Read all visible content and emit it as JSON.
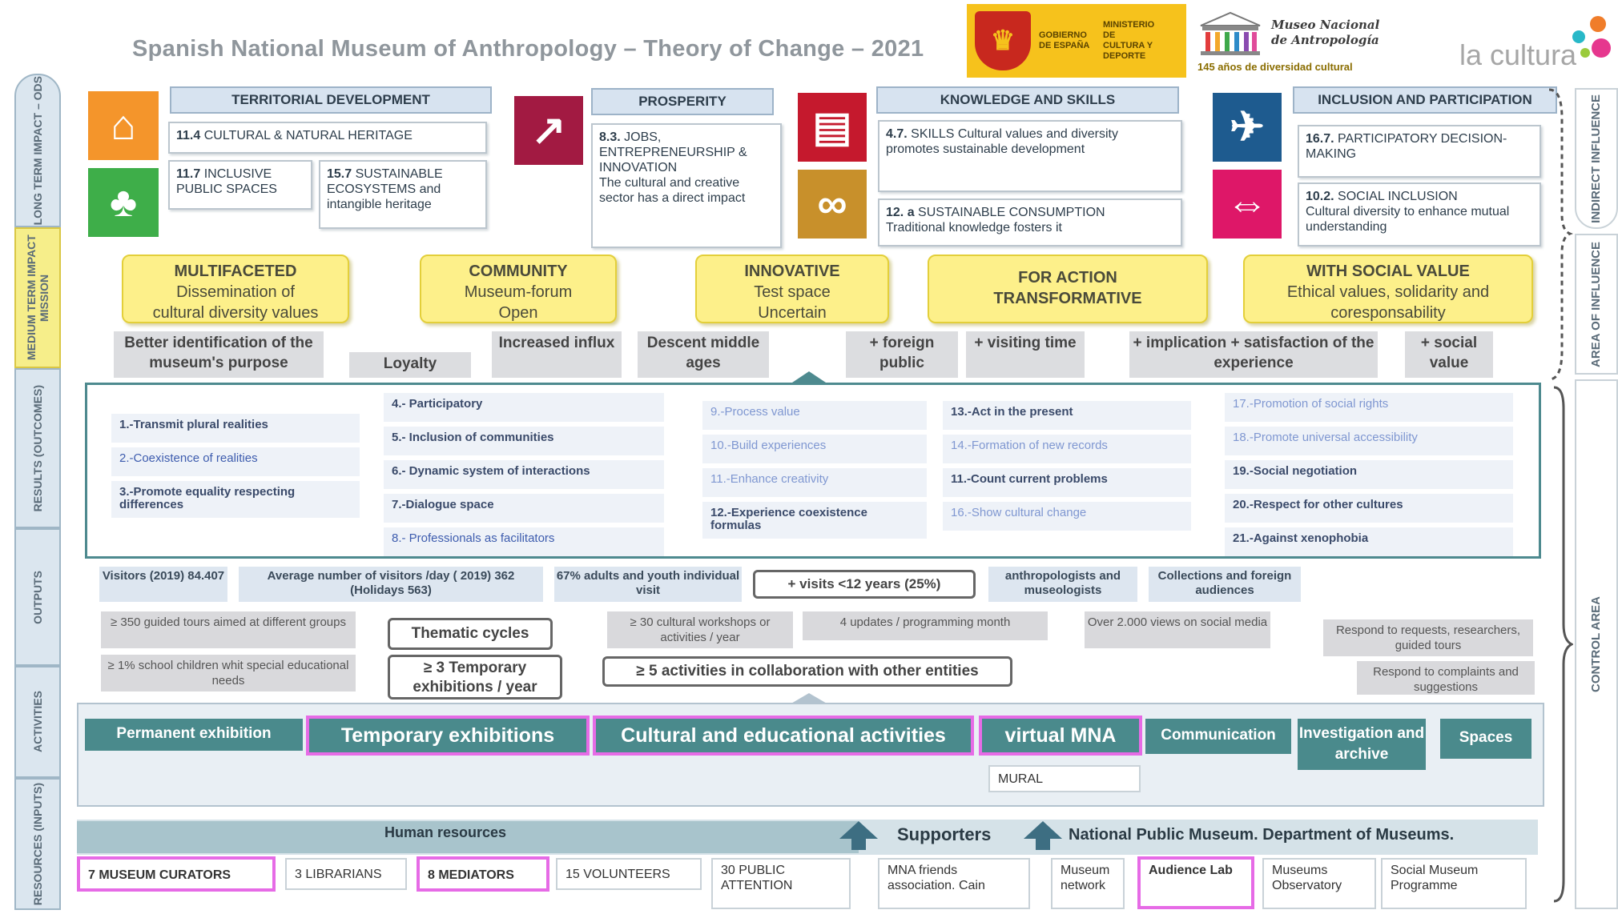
{
  "header": {
    "title": "Spanish National Museum of Anthropology – Theory of Change – 2021"
  },
  "logos": {
    "gov_left": "GOBIERNO DE ESPAÑA",
    "gov_right": "MINISTERIO DE CULTURA Y DEPORTE",
    "mna_name_line1": "Museo Nacional",
    "mna_name_line2": "de Antropología",
    "mna_tagline": "145 años de diversidad cultural",
    "cultura": "la cultura"
  },
  "left_labels": {
    "ods": "LONG TERM IMPACT – ODS",
    "mission": "MEDIUM TERM IMPACT MISSION",
    "results": "RESULTS (OUTCOMES)",
    "outputs": "OUTPUTS",
    "activities": "ACTIVITIES",
    "resources": "RESOURCES (INPUTS)"
  },
  "right_labels": {
    "indirect": "INDIRECT INFLUENCE",
    "area": "AREA OF INFLUENCE",
    "control": "CONTROL AREA"
  },
  "ods": {
    "territorial": {
      "title": "TERRITORIAL DEVELOPMENT",
      "t1_num": "11.4",
      "t1": "CULTURAL & NATURAL HERITAGE",
      "t2_num": "11.7",
      "t2": "INCLUSIVE PUBLIC SPACES",
      "t3_num": "15.7",
      "t3": "SUSTAINABLE ECOSYSTEMS and intangible heritage"
    },
    "prosperity": {
      "title": "PROSPERITY",
      "num": "8.3.",
      "text": "JOBS, ENTREPRENEURSHIP & INNOVATION",
      "desc": "The cultural and creative sector has a direct impact"
    },
    "knowledge": {
      "title": "KNOWLEDGE AND SKILLS",
      "k1_num": "4.7.",
      "k1": "SKILLS Cultural values and diversity promotes sustainable development",
      "k2_num": "12. a",
      "k2": "SUSTAINABLE CONSUMPTION",
      "k2_desc": "Traditional knowledge fosters it"
    },
    "inclusion": {
      "title": "INCLUSION AND PARTICIPATION",
      "i1_num": "16.7.",
      "i1": "PARTICIPATORY DECISION-MAKING",
      "i2_num": "10.2.",
      "i2": "SOCIAL INCLUSION",
      "i2_desc": "Cultural diversity to enhance mutual understanding"
    }
  },
  "sdg_icons": [
    {
      "num": "11",
      "color": "#f4952b",
      "icon": "city-icon"
    },
    {
      "num": "15",
      "color": "#3eae49",
      "icon": "tree-icon"
    },
    {
      "num": "8",
      "color": "#a21a42",
      "icon": "growth-chart-icon"
    },
    {
      "num": "4",
      "color": "#c5192d",
      "icon": "book-icon"
    },
    {
      "num": "12",
      "color": "#c8902b",
      "icon": "infinity-icon"
    },
    {
      "num": "16",
      "color": "#1e5b8f",
      "icon": "dove-icon"
    },
    {
      "num": "10",
      "color": "#de1768",
      "icon": "equality-icon"
    }
  ],
  "mission": [
    {
      "title": "MULTIFACETED",
      "l1": "Dissemination of",
      "l2": "cultural diversity values"
    },
    {
      "title": "COMMUNITY",
      "l1": "Museum-forum",
      "l2": "Open"
    },
    {
      "title": "INNOVATIVE",
      "l1": "Test space",
      "l2": "Uncertain"
    },
    {
      "title": "FOR ACTION",
      "l1": "TRANSFORMATIVE",
      "l2": ""
    },
    {
      "title": "WITH SOCIAL VALUE",
      "l1": "Ethical values, solidarity and",
      "l2": "coresponsability"
    }
  ],
  "impact_boxes": [
    "Better identification of the museum's purpose",
    "Loyalty",
    "Increased influx",
    "Descent middle ages",
    "+ foreign public",
    "+ visiting time",
    "+ implication + satisfaction of the experience",
    "+ social value"
  ],
  "results": {
    "c1": [
      "1.-Transmit plural realities",
      "2.-Coexistence of realities",
      "3.-Promote equality respecting differences"
    ],
    "c2": [
      "4.- Participatory",
      "5.- Inclusion of communities",
      "6.- Dynamic system of interactions",
      "7.-Dialogue space",
      "8.- Professionals as facilitators"
    ],
    "c3": [
      "9.-Process value",
      "10.-Build experiences",
      "11.-Enhance creativity",
      "12.-Experience coexistence formulas"
    ],
    "c4": [
      "13.-Act in the present",
      "14.-Formation of new records",
      "11.-Count current problems",
      "16.-Show cultural change"
    ],
    "c5": [
      "17.-Promotion of social rights",
      "18.-Promote universal accessibility",
      "19.-Social negotiation",
      "20.-Respect for other cultures",
      "21.-Against xenophobia"
    ]
  },
  "outputs": {
    "visitors": "Visitors (2019) 84.407",
    "avg": "Average number of visitors /day ( 2019) 362 (Holidays 563)",
    "adults": "67% adults and youth individual visit",
    "visits12": "+ visits <12 years (25%)",
    "anthro": "anthropologists and museologists",
    "collections": "Collections and foreign audiences",
    "guided": "≥ 350 guided tours aimed at different groups",
    "school": "≥ 1% school children whit special educational needs",
    "thematic": "Thematic cycles",
    "temporary": "≥ 3 Temporary exhibitions / year",
    "workshops": "≥ 30 cultural workshops or activities / year",
    "updates": "4 updates / programming month",
    "views": "Over 2.000 views on social media",
    "collab": "≥ 5 activities in collaboration with other entities",
    "respond1": "Respond to requests, researchers, guided tours",
    "respond2": "Respond to complaints and suggestions"
  },
  "activities": [
    "Permanent exhibition",
    "Temporary exhibitions",
    "Cultural and educational activities",
    "virtual MNA",
    "Communication",
    "Investigation and archive",
    "Spaces"
  ],
  "mural": "MURAL",
  "resources": {
    "human": "Human resources",
    "supporters": "Supporters",
    "national": "National Public Museum. Department of Museums.",
    "curators": "7 MUSEUM CURATORS",
    "librarians": "3 LIBRARIANS",
    "mediators": "8 MEDIATORS",
    "volunteers": "15 VOLUNTEERS",
    "public": "30 PUBLIC ATTENTION",
    "friends": "MNA friends association. Cain",
    "network": "Museum network",
    "audience": "Audience Lab",
    "observatory": "Museums Observatory",
    "social": "Social Museum Programme"
  },
  "colors": {
    "accent_magenta": "#e66be6",
    "teal": "#4a8a8c",
    "mission_yellow": "#fdf08a"
  }
}
